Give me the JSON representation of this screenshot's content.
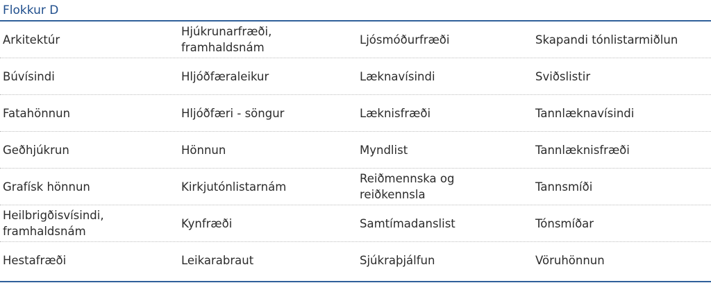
{
  "heading": "Flokkur D",
  "colors": {
    "heading": "#1f4e8c",
    "rule": "#2f5f9a",
    "text": "#2b2b2b"
  },
  "rows": [
    [
      "Arkitektúr",
      "Hjúkrunarfræði,\nframhaldsnám",
      "Ljósmóðurfræði",
      "Skapandi tónlistarmiðlun"
    ],
    [
      "Búvísindi",
      "Hljóðfæraleikur",
      "Læknavísindi",
      "Sviðslistir"
    ],
    [
      "Fatahönnun",
      "Hljóðfæri - söngur",
      "Læknisfræði",
      "Tannlæknavísindi"
    ],
    [
      "Geðhjúkrun",
      "Hönnun",
      "Myndlist",
      "Tannlæknisfræði"
    ],
    [
      "Grafísk hönnun",
      "Kirkjutónlistarnám",
      "Reiðmennska og\nreiðkennsla",
      "Tannsmíði"
    ],
    [
      "Heilbrigðisvísindi,\nframhaldsnám",
      "Kynfræði",
      "Samtímadanslist",
      "Tónsmíðar"
    ],
    [
      "Hestafræði",
      "Leikarabraut",
      "Sjúkraþjálfun",
      "Vöruhönnun"
    ]
  ]
}
